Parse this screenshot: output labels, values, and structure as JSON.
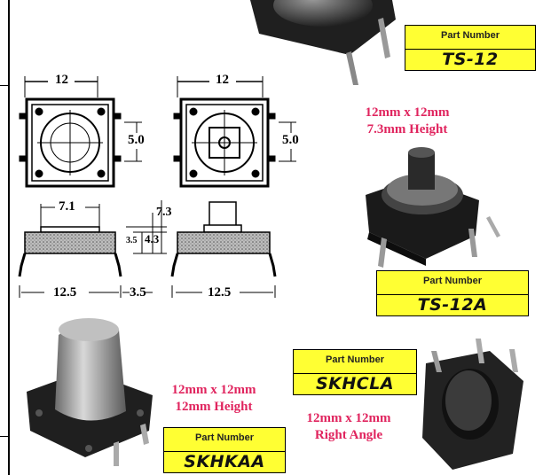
{
  "drawing": {
    "dims": {
      "top_left_width": "12",
      "top_right_width": "12",
      "left_height": "5.0",
      "right_height": "5.0",
      "body_width": "7.1",
      "total_height": "7.3",
      "stem_height": "4.3",
      "body_height": "3.5",
      "pin_span_left": "12.5",
      "pin_offset": "3.5",
      "pin_span_right": "12.5"
    }
  },
  "products": [
    {
      "part_label": "Part Number",
      "part_number": "TS-12",
      "spec_lines": [
        "12mm x 12mm",
        "7.3mm Height"
      ]
    },
    {
      "part_label": "Part Number",
      "part_number": "TS-12A"
    },
    {
      "part_label": "Part Number",
      "part_number": "SKHCLA",
      "spec_lines": [
        "12mm x 12mm",
        "Right Angle"
      ]
    },
    {
      "part_label": "Part Number",
      "part_number": "SKHKAA",
      "spec_lines": [
        "12mm x 12mm",
        "12mm Height"
      ]
    }
  ],
  "colors": {
    "label_bg": "#ffff33",
    "spec_text": "#e0245e"
  }
}
